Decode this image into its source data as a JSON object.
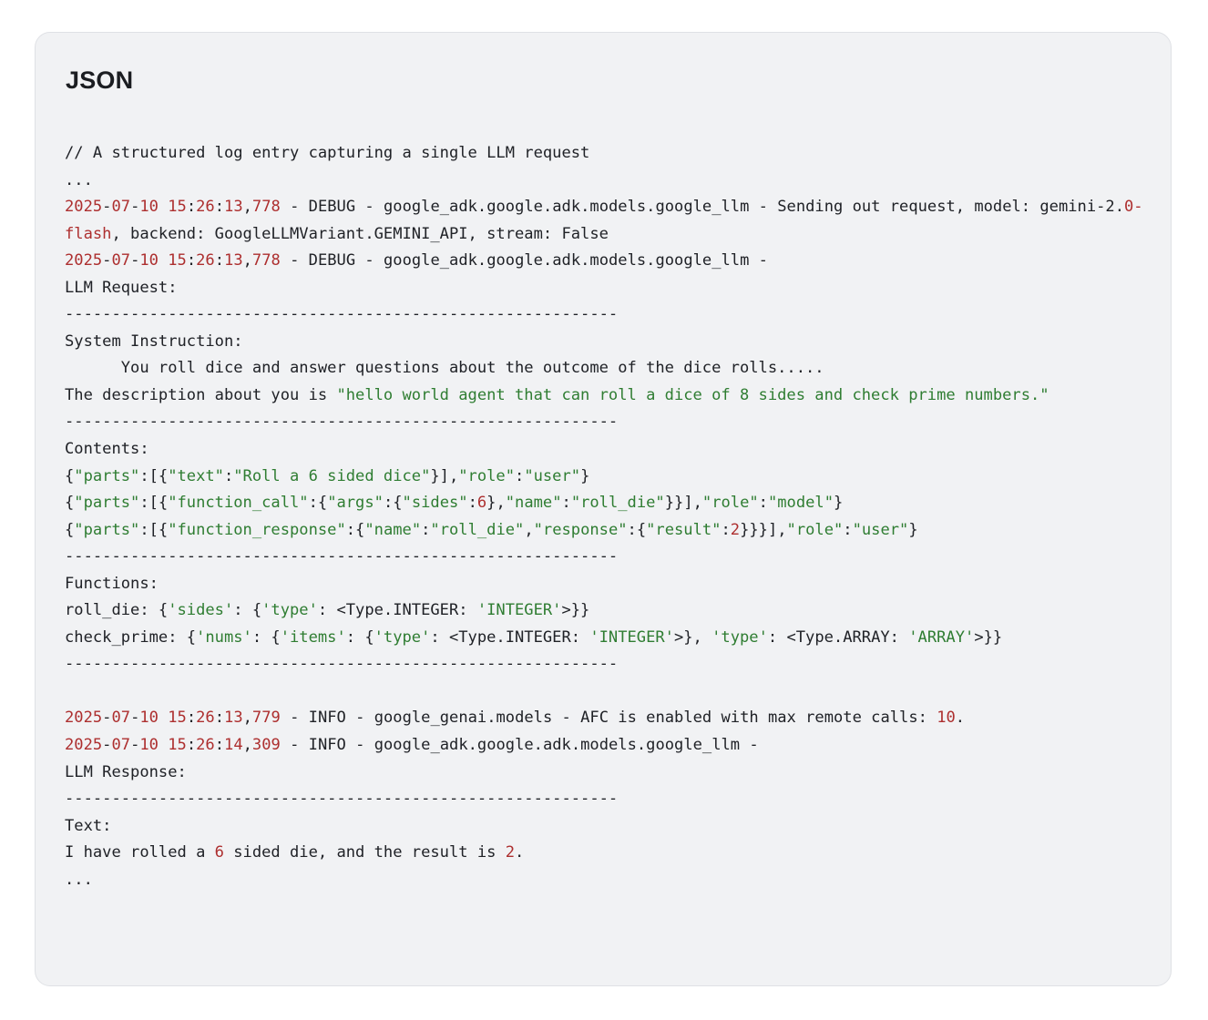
{
  "card": {
    "title": "JSON",
    "language": "json",
    "background_color": "#f1f2f4",
    "border_color": "#dfe1e5",
    "text_color": "#202227",
    "string_color": "#2f7d32",
    "number_color": "#ad2f2f"
  },
  "code": {
    "separator": "-----------------------------------------------------------",
    "lines": [
      {
        "id": "comment",
        "text": "// A structured log entry capturing a single LLM request"
      },
      {
        "id": "ellipsis-top",
        "text": "..."
      },
      {
        "id": "log-debug-1",
        "segments": [
          {
            "t": "2025",
            "c": "num"
          },
          {
            "t": "-",
            "c": "plain"
          },
          {
            "t": "07",
            "c": "num"
          },
          {
            "t": "-",
            "c": "plain"
          },
          {
            "t": "10",
            "c": "num"
          },
          {
            "t": " ",
            "c": "plain"
          },
          {
            "t": "15",
            "c": "num"
          },
          {
            "t": ":",
            "c": "plain"
          },
          {
            "t": "26",
            "c": "num"
          },
          {
            "t": ":",
            "c": "plain"
          },
          {
            "t": "13",
            "c": "num"
          },
          {
            "t": ",",
            "c": "plain"
          },
          {
            "t": "778",
            "c": "num"
          },
          {
            "t": " - DEBUG - google_adk.google.adk.models.google_llm - Sending out request, model: gemini-2.",
            "c": "plain"
          },
          {
            "t": "0-flash",
            "c": "num"
          },
          {
            "t": ", backend: GoogleLLMVariant.GEMINI_API, stream: False",
            "c": "plain"
          }
        ]
      },
      {
        "id": "log-debug-2",
        "segments": [
          {
            "t": "2025",
            "c": "num"
          },
          {
            "t": "-",
            "c": "plain"
          },
          {
            "t": "07",
            "c": "num"
          },
          {
            "t": "-",
            "c": "plain"
          },
          {
            "t": "10",
            "c": "num"
          },
          {
            "t": " ",
            "c": "plain"
          },
          {
            "t": "15",
            "c": "num"
          },
          {
            "t": ":",
            "c": "plain"
          },
          {
            "t": "26",
            "c": "num"
          },
          {
            "t": ":",
            "c": "plain"
          },
          {
            "t": "13",
            "c": "num"
          },
          {
            "t": ",",
            "c": "plain"
          },
          {
            "t": "778",
            "c": "num"
          },
          {
            "t": " - DEBUG - google_adk.google.adk.models.google_llm - ",
            "c": "plain"
          }
        ]
      },
      {
        "id": "llm-request-label",
        "text": "LLM Request:"
      },
      {
        "id": "sep-1",
        "text": "-----------------------------------------------------------"
      },
      {
        "id": "system-instruction-label",
        "text": "System Instruction:"
      },
      {
        "id": "system-instruction-body",
        "text": "      You roll dice and answer questions about the outcome of the dice rolls....."
      },
      {
        "id": "description-line",
        "segments": [
          {
            "t": "The description about you is ",
            "c": "plain"
          },
          {
            "t": "\"hello world agent that can roll a dice of 8 sides and check prime numbers.\"",
            "c": "str"
          }
        ]
      },
      {
        "id": "sep-2",
        "text": "-----------------------------------------------------------"
      },
      {
        "id": "contents-label",
        "text": "Contents:"
      },
      {
        "id": "content-user-1",
        "segments": [
          {
            "t": "{",
            "c": "plain"
          },
          {
            "t": "\"parts\"",
            "c": "str"
          },
          {
            "t": ":[{",
            "c": "plain"
          },
          {
            "t": "\"text\"",
            "c": "str"
          },
          {
            "t": ":",
            "c": "plain"
          },
          {
            "t": "\"Roll a 6 sided dice\"",
            "c": "str"
          },
          {
            "t": "}],",
            "c": "plain"
          },
          {
            "t": "\"role\"",
            "c": "str"
          },
          {
            "t": ":",
            "c": "plain"
          },
          {
            "t": "\"user\"",
            "c": "str"
          },
          {
            "t": "}",
            "c": "plain"
          }
        ]
      },
      {
        "id": "content-model-1",
        "segments": [
          {
            "t": "{",
            "c": "plain"
          },
          {
            "t": "\"parts\"",
            "c": "str"
          },
          {
            "t": ":[{",
            "c": "plain"
          },
          {
            "t": "\"function_call\"",
            "c": "str"
          },
          {
            "t": ":{",
            "c": "plain"
          },
          {
            "t": "\"args\"",
            "c": "str"
          },
          {
            "t": ":{",
            "c": "plain"
          },
          {
            "t": "\"sides\"",
            "c": "str"
          },
          {
            "t": ":",
            "c": "plain"
          },
          {
            "t": "6",
            "c": "num"
          },
          {
            "t": "},",
            "c": "plain"
          },
          {
            "t": "\"name\"",
            "c": "str"
          },
          {
            "t": ":",
            "c": "plain"
          },
          {
            "t": "\"roll_die\"",
            "c": "str"
          },
          {
            "t": "}}],",
            "c": "plain"
          },
          {
            "t": "\"role\"",
            "c": "str"
          },
          {
            "t": ":",
            "c": "plain"
          },
          {
            "t": "\"model\"",
            "c": "str"
          },
          {
            "t": "}",
            "c": "plain"
          }
        ]
      },
      {
        "id": "content-user-2",
        "segments": [
          {
            "t": "{",
            "c": "plain"
          },
          {
            "t": "\"parts\"",
            "c": "str"
          },
          {
            "t": ":[{",
            "c": "plain"
          },
          {
            "t": "\"function_response\"",
            "c": "str"
          },
          {
            "t": ":{",
            "c": "plain"
          },
          {
            "t": "\"name\"",
            "c": "str"
          },
          {
            "t": ":",
            "c": "plain"
          },
          {
            "t": "\"roll_die\"",
            "c": "str"
          },
          {
            "t": ",",
            "c": "plain"
          },
          {
            "t": "\"response\"",
            "c": "str"
          },
          {
            "t": ":{",
            "c": "plain"
          },
          {
            "t": "\"result\"",
            "c": "str"
          },
          {
            "t": ":",
            "c": "plain"
          },
          {
            "t": "2",
            "c": "num"
          },
          {
            "t": "}}}],",
            "c": "plain"
          },
          {
            "t": "\"role\"",
            "c": "str"
          },
          {
            "t": ":",
            "c": "plain"
          },
          {
            "t": "\"user\"",
            "c": "str"
          },
          {
            "t": "}",
            "c": "plain"
          }
        ]
      },
      {
        "id": "sep-3",
        "text": "-----------------------------------------------------------"
      },
      {
        "id": "functions-label",
        "text": "Functions:"
      },
      {
        "id": "function-roll-die",
        "segments": [
          {
            "t": "roll_die: {",
            "c": "plain"
          },
          {
            "t": "'sides'",
            "c": "str"
          },
          {
            "t": ": {",
            "c": "plain"
          },
          {
            "t": "'type'",
            "c": "str"
          },
          {
            "t": ": <Type.INTEGER: ",
            "c": "plain"
          },
          {
            "t": "'INTEGER'",
            "c": "str"
          },
          {
            "t": ">}}",
            "c": "plain"
          }
        ]
      },
      {
        "id": "function-check-prime",
        "segments": [
          {
            "t": "check_prime: {",
            "c": "plain"
          },
          {
            "t": "'nums'",
            "c": "str"
          },
          {
            "t": ": {",
            "c": "plain"
          },
          {
            "t": "'items'",
            "c": "str"
          },
          {
            "t": ": {",
            "c": "plain"
          },
          {
            "t": "'type'",
            "c": "str"
          },
          {
            "t": ": <Type.INTEGER: ",
            "c": "plain"
          },
          {
            "t": "'INTEGER'",
            "c": "str"
          },
          {
            "t": ">}, ",
            "c": "plain"
          },
          {
            "t": "'type'",
            "c": "str"
          },
          {
            "t": ": <Type.ARRAY: ",
            "c": "plain"
          },
          {
            "t": "'ARRAY'",
            "c": "str"
          },
          {
            "t": ">}}",
            "c": "plain"
          }
        ]
      },
      {
        "id": "sep-4",
        "text": "-----------------------------------------------------------"
      },
      {
        "id": "blank-1",
        "text": ""
      },
      {
        "id": "log-info-1",
        "segments": [
          {
            "t": "2025",
            "c": "num"
          },
          {
            "t": "-",
            "c": "plain"
          },
          {
            "t": "07",
            "c": "num"
          },
          {
            "t": "-",
            "c": "plain"
          },
          {
            "t": "10",
            "c": "num"
          },
          {
            "t": " ",
            "c": "plain"
          },
          {
            "t": "15",
            "c": "num"
          },
          {
            "t": ":",
            "c": "plain"
          },
          {
            "t": "26",
            "c": "num"
          },
          {
            "t": ":",
            "c": "plain"
          },
          {
            "t": "13",
            "c": "num"
          },
          {
            "t": ",",
            "c": "plain"
          },
          {
            "t": "779",
            "c": "num"
          },
          {
            "t": " - INFO - google_genai.models - AFC is enabled with max remote calls: ",
            "c": "plain"
          },
          {
            "t": "10",
            "c": "num"
          },
          {
            "t": ".",
            "c": "plain"
          }
        ]
      },
      {
        "id": "log-info-2",
        "segments": [
          {
            "t": "2025",
            "c": "num"
          },
          {
            "t": "-",
            "c": "plain"
          },
          {
            "t": "07",
            "c": "num"
          },
          {
            "t": "-",
            "c": "plain"
          },
          {
            "t": "10",
            "c": "num"
          },
          {
            "t": " ",
            "c": "plain"
          },
          {
            "t": "15",
            "c": "num"
          },
          {
            "t": ":",
            "c": "plain"
          },
          {
            "t": "26",
            "c": "num"
          },
          {
            "t": ":",
            "c": "plain"
          },
          {
            "t": "14",
            "c": "num"
          },
          {
            "t": ",",
            "c": "plain"
          },
          {
            "t": "309",
            "c": "num"
          },
          {
            "t": " - INFO - google_adk.google.adk.models.google_llm - ",
            "c": "plain"
          }
        ]
      },
      {
        "id": "llm-response-label",
        "text": "LLM Response:"
      },
      {
        "id": "sep-5",
        "text": "-----------------------------------------------------------"
      },
      {
        "id": "text-label",
        "text": "Text:"
      },
      {
        "id": "response-text",
        "segments": [
          {
            "t": "I have rolled a ",
            "c": "plain"
          },
          {
            "t": "6",
            "c": "num"
          },
          {
            "t": " sided die, and the result is ",
            "c": "plain"
          },
          {
            "t": "2",
            "c": "num"
          },
          {
            "t": ".",
            "c": "plain"
          }
        ]
      },
      {
        "id": "ellipsis-bottom",
        "text": "..."
      }
    ]
  }
}
